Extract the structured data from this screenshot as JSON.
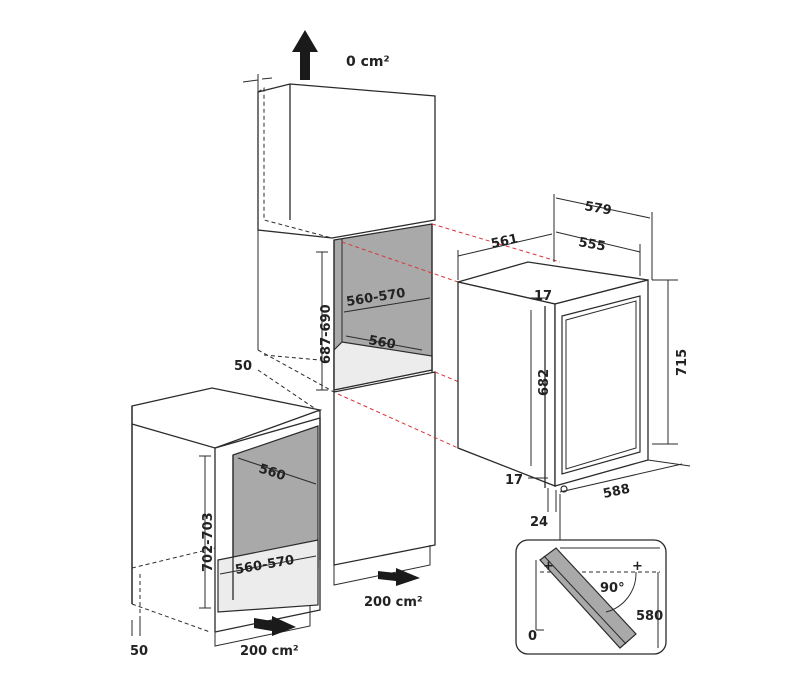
{
  "labels": {
    "top_vent": "0 cm²",
    "bottom_vent_right": "200 cm²",
    "bottom_vent_left": "200 cm²",
    "gap_50_mid": "50",
    "gap_50_bottom": "50",
    "tall_niche_height": "687-690",
    "tall_niche_width": "560-570",
    "tall_niche_depth": "560",
    "low_niche_height": "702-703",
    "low_niche_width": "560-570",
    "low_niche_depth": "560",
    "unit_depth_total": "579",
    "unit_depth_body": "555",
    "unit_width": "561",
    "unit_height_total": "715",
    "unit_height_body": "682",
    "top_offset": "17",
    "bottom_offset": "17",
    "door_depth_total": "588",
    "door_offset": "24",
    "hinge_angle": "90°",
    "hinge_clearance": "580",
    "hinge_zero": "0"
  },
  "icons": {
    "top": "arrow-up-icon",
    "right": "arrow-right-icon",
    "left": "arrow-right-icon"
  }
}
